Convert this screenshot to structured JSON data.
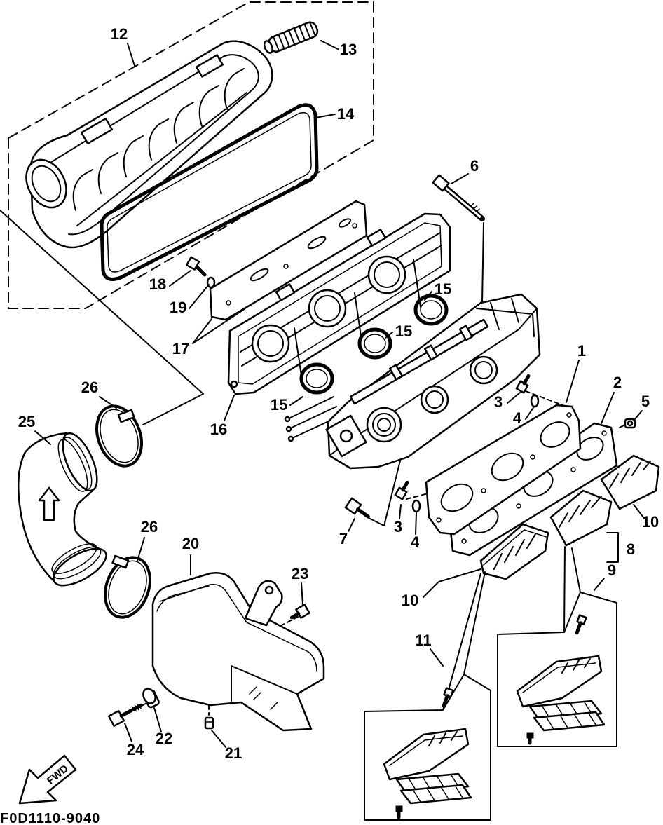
{
  "diagram": {
    "callouts": [
      "12",
      "13",
      "14",
      "6",
      "15",
      "15",
      "15",
      "18",
      "19",
      "17",
      "16",
      "1",
      "2",
      "5",
      "3",
      "4",
      "26",
      "25",
      "26",
      "20",
      "3",
      "4",
      "7",
      "10",
      "8",
      "9",
      "10",
      "11",
      "23",
      "24",
      "22",
      "21"
    ],
    "fwd_label": "FWD",
    "diagram_code": "F0D1110-9040"
  },
  "colors": {
    "ink": "#000000",
    "paper": "#ffffff"
  }
}
